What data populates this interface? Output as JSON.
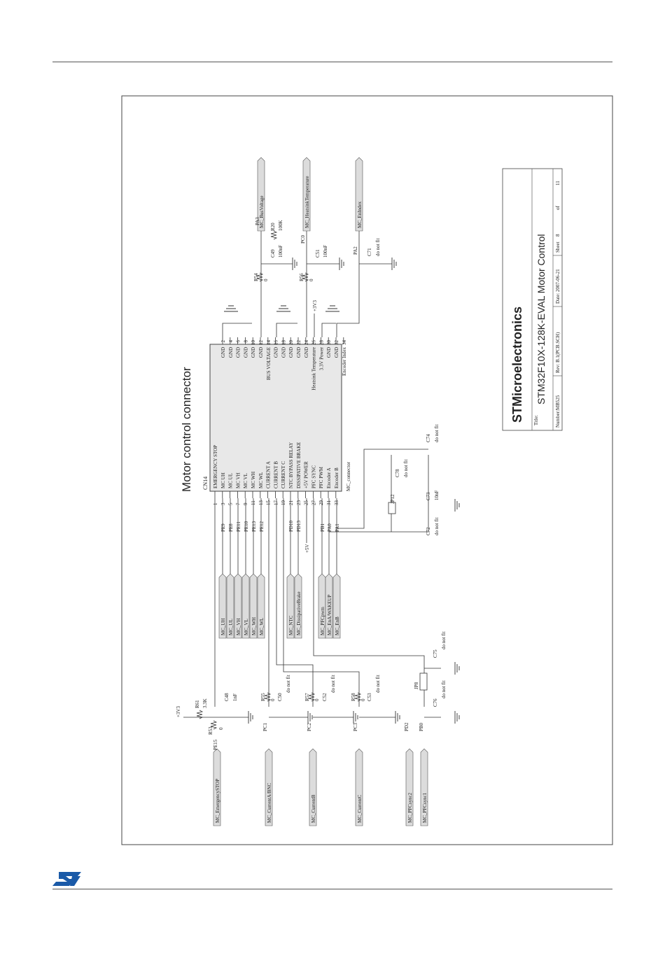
{
  "header": {},
  "schematic": {
    "section_title": "Motor control connector",
    "connector": {
      "ref": "CN14",
      "name": "MC_connector",
      "left_pins": [
        {
          "num": "1",
          "name": "EMERGENCY STOP"
        },
        {
          "num": "3",
          "name": "MC UH"
        },
        {
          "num": "5",
          "name": "MC UL"
        },
        {
          "num": "7",
          "name": "MC VH"
        },
        {
          "num": "9",
          "name": "MC VL"
        },
        {
          "num": "11",
          "name": "MC WH"
        },
        {
          "num": "13",
          "name": "MC WL"
        },
        {
          "num": "15",
          "name": "CURRENT A"
        },
        {
          "num": "17",
          "name": "CURRENT B"
        },
        {
          "num": "19",
          "name": "CURRENT C"
        },
        {
          "num": "21",
          "name": "NTC BYPASS RELAY"
        },
        {
          "num": "23",
          "name": "DISSIPATIVE BRAKE"
        },
        {
          "num": "25",
          "name": "+5V POWER"
        },
        {
          "num": "27",
          "name": "PFC SYNC"
        },
        {
          "num": "29",
          "name": "PFC PWM"
        },
        {
          "num": "31",
          "name": "Encoder A"
        },
        {
          "num": "33",
          "name": "Encoder B"
        }
      ],
      "right_pins": [
        {
          "num": "2",
          "name": "GND"
        },
        {
          "num": "4",
          "name": "GND"
        },
        {
          "num": "6",
          "name": "GND"
        },
        {
          "num": "8",
          "name": "GND"
        },
        {
          "num": "10",
          "name": "GND"
        },
        {
          "num": "12",
          "name": "GND"
        },
        {
          "num": "14",
          "name": "BUS VOLTAGE"
        },
        {
          "num": "16",
          "name": "GND"
        },
        {
          "num": "18",
          "name": "GND"
        },
        {
          "num": "20",
          "name": "GND"
        },
        {
          "num": "22",
          "name": "GND"
        },
        {
          "num": "24",
          "name": "GND"
        },
        {
          "num": "26",
          "name": "Heatsink Temperature"
        },
        {
          "num": "28",
          "name": "3.3V Power"
        },
        {
          "num": "30",
          "name": "GND"
        },
        {
          "num": "32",
          "name": "GND"
        },
        {
          "num": "34",
          "name": "Encoder Index"
        }
      ]
    },
    "port_labels": [
      "PE9",
      "PE8",
      "PE11",
      "PE10",
      "PE13",
      "PE12",
      "PD10",
      "PD13",
      "+5V",
      "PB1",
      "PA0",
      "PA1",
      "PE15",
      "PC1",
      "PC2",
      "PC3",
      "PD2",
      "PB0",
      "PA3",
      "PC0",
      "PA2",
      "+3V3",
      "+3V3"
    ],
    "net_labels_bottom": [
      "MC_UH",
      "MC_UL",
      "MC_VH",
      "MC_VL",
      "MC_WH",
      "MC_WL",
      "MC_NTC",
      "MC_DissipativeBrake",
      "MC_PFCpwm",
      "MC_EnA/WAKEUP",
      "MC_EnB"
    ],
    "net_labels_left": [
      "MC_EmergencySTOP",
      "MC_CurrentA/BNC",
      "MC_CurrentB",
      "MC_CurrentC",
      "MC_PFCsync2",
      "MC_PFCsync1"
    ],
    "net_labels_top": [
      "MC_BusVoltage",
      "MC_HeatsinkTemperature",
      "MC_EnIndex"
    ],
    "components": {
      "r53": {
        "ref": "R53",
        "val": "0"
      },
      "r61": {
        "ref": "R61",
        "val": "3.3K"
      },
      "c48": {
        "ref": "C48",
        "val": "1nF"
      },
      "r55": {
        "ref": "R55",
        "val": "0"
      },
      "c50": {
        "ref": "C50",
        "val": "do not fit"
      },
      "r57": {
        "ref": "R57",
        "val": "0"
      },
      "c52": {
        "ref": "C52",
        "val": "do not fit"
      },
      "r58": {
        "ref": "R58",
        "val": "0"
      },
      "c53": {
        "ref": "C53",
        "val": "do not fit"
      },
      "jp8": {
        "ref": "JP8"
      },
      "c75": {
        "ref": "C75",
        "val": "do not fit"
      },
      "c76": {
        "ref": "C76",
        "val": "do not fit"
      },
      "c72": {
        "ref": "C72",
        "val": "do not fit"
      },
      "jp12": {
        "ref": "JP12"
      },
      "c73": {
        "ref": "C73",
        "val": "10nF"
      },
      "c78": {
        "ref": "C78",
        "val": "do not fit"
      },
      "c74": {
        "ref": "C74",
        "val": "do not fit"
      },
      "r54": {
        "ref": "R54",
        "val": "0"
      },
      "c49": {
        "ref": "C49",
        "val": "100nF"
      },
      "r20": {
        "ref": "R20",
        "val": "100K"
      },
      "r56": {
        "ref": "R56",
        "val": "0"
      },
      "c51": {
        "ref": "C51",
        "val": "100nF"
      },
      "c71": {
        "ref": "C71",
        "val": "do not fit"
      }
    },
    "title_block": {
      "company": "STMicroelectronics",
      "title_label": "Title:",
      "title": "STM32F10X-128K-EVAL Motor Control",
      "number": "Number:MB525",
      "rev": "Rev: B.1(PCB.SCH)",
      "date": "Date: 2007-06-21",
      "sheet": "Sheet",
      "sheet_num": "8",
      "of": "of",
      "sheet_total": "11"
    }
  },
  "footer": {
    "logo": "st-logo"
  }
}
